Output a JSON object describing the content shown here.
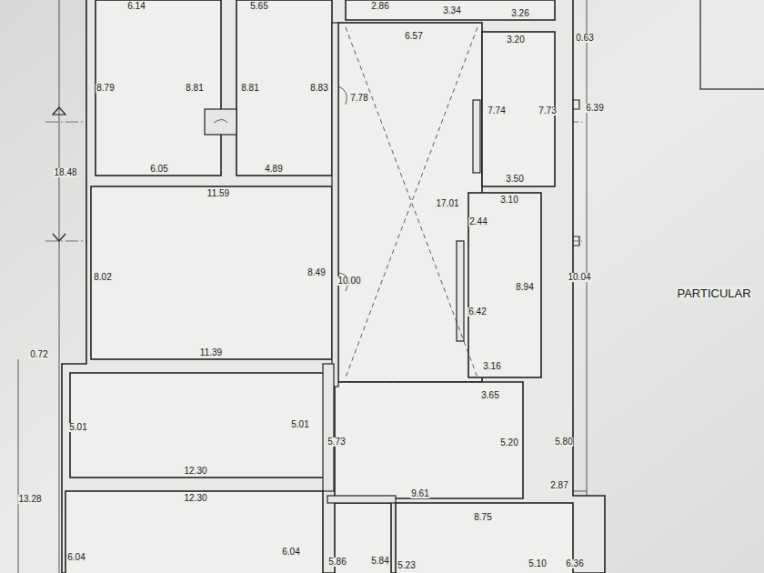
{
  "diagram": {
    "labels": [
      "6.14",
      "5.65",
      "2.86",
      "3.34",
      "3.26",
      "6.57",
      "3.20",
      "0.63",
      "8.79",
      "8.81",
      "8.81",
      "8.83",
      "7.78",
      "7.74",
      "7.73",
      "6.39",
      "6.05",
      "4.89",
      "3.50",
      "18.48",
      "11.59",
      "17.01",
      "3.10",
      "2.44",
      "8.02",
      "8.49",
      "10.00",
      "8.94",
      "10.04",
      "PARTICULAR",
      "6.42",
      "0.72",
      "11.39",
      "3.16",
      "3.65",
      "5.01",
      "5.01",
      "5.73",
      "5.20",
      "5.80",
      "12.30",
      "2.87",
      "13.28",
      "12.30",
      "9.61",
      "8.75",
      "6.04",
      "6.04",
      "5.86",
      "5.84",
      "5.23",
      "5.10",
      "6.36"
    ]
  }
}
